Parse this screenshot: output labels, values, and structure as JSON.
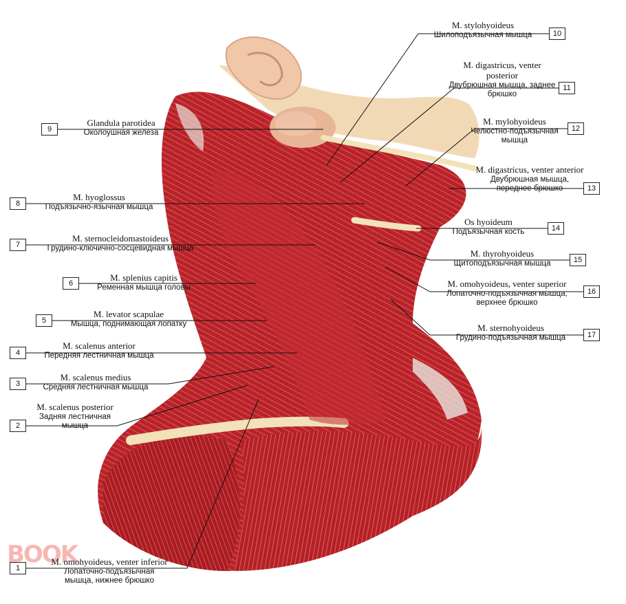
{
  "watermark": "BOOK",
  "labels": [
    {
      "num": "1",
      "latin": "M. omohyoideus, venter inferior",
      "russian": "Лопаточно-подъязычная мышца, нижнее брюшко"
    },
    {
      "num": "2",
      "latin": "M. scalenus posterior",
      "russian": "Задняя лестничная мышца"
    },
    {
      "num": "3",
      "latin": "M. scalenus medius",
      "russian": "Средняя лестничная мышца"
    },
    {
      "num": "4",
      "latin": "M. scalenus anterior",
      "russian": "Передняя лестничная мышца"
    },
    {
      "num": "5",
      "latin": "M. levator scapulae",
      "russian": "Мышца, поднимающая лопатку"
    },
    {
      "num": "6",
      "latin": "M. splenius capitis",
      "russian": "Ременная мышца головы"
    },
    {
      "num": "7",
      "latin": "M. sternocleidomastoideus",
      "russian": "Грудино-ключично-сосцевидная мышца"
    },
    {
      "num": "8",
      "latin": "M. hyoglossus",
      "russian": "Подъязычно-язычная мышца"
    },
    {
      "num": "9",
      "latin": "Glandula parotidea",
      "russian": "Околоушная железа"
    },
    {
      "num": "10",
      "latin": "M. stylohyoideus",
      "russian": "Шилоподъязычная мышца"
    },
    {
      "num": "11",
      "latin": "M. digastricus, venter posterior",
      "russian": "Двубрюшная мышца, заднее брюшко"
    },
    {
      "num": "12",
      "latin": "M. mylohyoideus",
      "russian": "Челюстно-подъязычная мышца"
    },
    {
      "num": "13",
      "latin": "M. digastricus, venter anterior",
      "russian": "Двубрюшная мышца, переднее брюшко"
    },
    {
      "num": "14",
      "latin": "Os hyoideum",
      "russian": "Подъязычная кость"
    },
    {
      "num": "15",
      "latin": "M. thyrohyoideus",
      "russian": "Щитоподъязычная мышца"
    },
    {
      "num": "16",
      "latin": "M. omohyoideus, venter superior",
      "russian": "Лопаточно-подъязычная мышца, верхнее брюшко"
    },
    {
      "num": "17",
      "latin": "M. sternohyoideus",
      "russian": "Грудино-подъязычная мышца"
    }
  ]
}
